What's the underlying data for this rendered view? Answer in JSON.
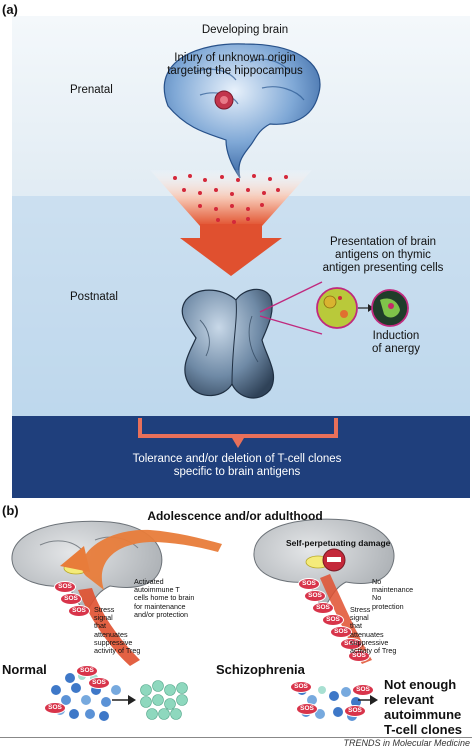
{
  "panel_a": {
    "label": "(a)",
    "developing_brain": "Developing brain",
    "injury_line1": "Injury of unknown origin",
    "injury_line2": "targeting the hippocampus",
    "prenatal": "Prenatal",
    "postnatal": "Postnatal",
    "presentation_line1": "Presentation of brain",
    "presentation_line2": "antigens on thymic",
    "presentation_line3": "antigen presenting cells",
    "induction_line1": "Induction",
    "induction_line2": "of anergy",
    "tolerance_line1": "Tolerance and/or deletion of T-cell clones",
    "tolerance_line2": "specific to brain antigens",
    "colors": {
      "sky_top": "#e6f0f6",
      "sky_mid": "#bcd8ec",
      "band": "#1e3d7a",
      "bracket": "#e8705a",
      "arrow": "#e0502f"
    }
  },
  "panel_b": {
    "label": "(b)",
    "title": "Adolescence and/or adulthood",
    "normal": {
      "label": "Normal",
      "activated": [
        "Activated",
        "autoimmune T",
        "cells home to brain",
        "for maintenance",
        "and/or protection"
      ],
      "stress": [
        "Stress",
        "signal",
        "that",
        "attenuates",
        "suppressive",
        "activity of Treg"
      ],
      "sos_tag": "SOS"
    },
    "schizophrenia": {
      "label": "Schizophrenia",
      "damage": "Self-perpetuating damage",
      "no_maint": [
        "No",
        "maintenance",
        "No",
        "protection"
      ],
      "stress": [
        "Stress",
        "signal",
        "that",
        "attenuates",
        "suppressive",
        "activity of Treg"
      ],
      "not_enough": [
        "Not enough",
        "relevant",
        "autoimmune",
        "T-cell clones"
      ],
      "sos_tag": "SOS"
    }
  },
  "footer": {
    "source": "TRENDS in Molecular Medicine"
  }
}
